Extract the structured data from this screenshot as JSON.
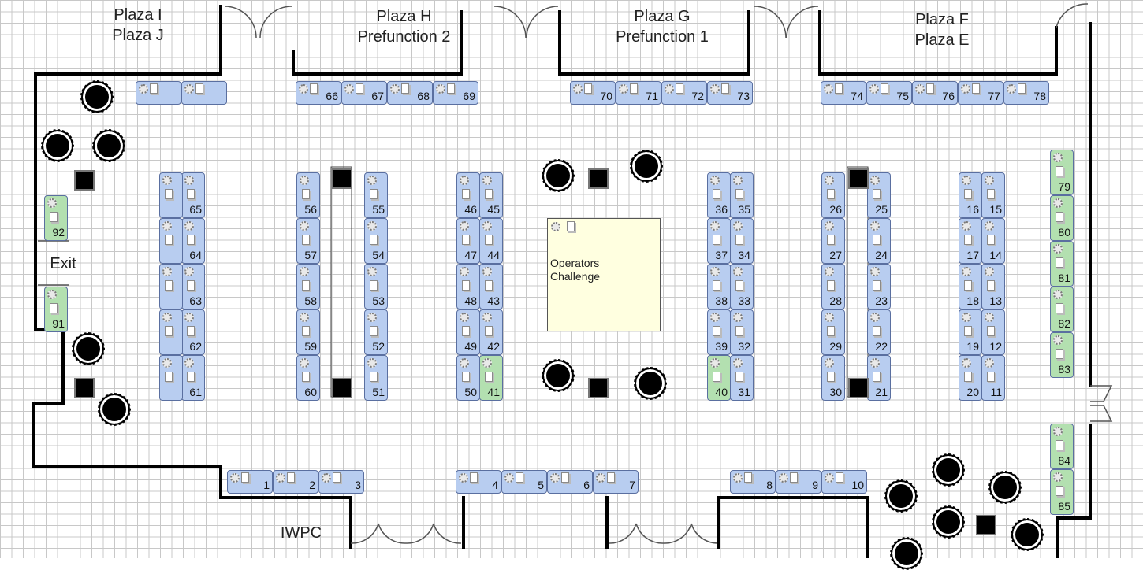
{
  "room_labels": [
    {
      "id": "plaza-ij",
      "line1": "Plaza I",
      "line2": "Plaza J"
    },
    {
      "id": "plaza-h",
      "line1": "Plaza H",
      "line2": "Prefunction 2"
    },
    {
      "id": "plaza-g",
      "line1": "Plaza G",
      "line2": "Prefunction 1"
    },
    {
      "id": "plaza-fe",
      "line1": "Plaza F",
      "line2": "Plaza E"
    },
    {
      "id": "exit",
      "line1": "Exit",
      "line2": ""
    },
    {
      "id": "iwpc",
      "line1": "IWPC",
      "line2": ""
    }
  ],
  "operators_challenge": {
    "label": "Operators\nChallenge"
  },
  "colors": {
    "booth_blue": "#b8cdf0",
    "booth_green": "#b3e0b0",
    "operators_bg": "#ffffe0",
    "grid": "#c8c8c8"
  },
  "booths": [
    {
      "n": "",
      "c": "blue"
    },
    {
      "n": "",
      "c": "blue"
    },
    {
      "n": "66",
      "c": "blue"
    },
    {
      "n": "67",
      "c": "blue"
    },
    {
      "n": "68",
      "c": "blue"
    },
    {
      "n": "69",
      "c": "blue"
    },
    {
      "n": "70",
      "c": "blue"
    },
    {
      "n": "71",
      "c": "blue"
    },
    {
      "n": "72",
      "c": "blue"
    },
    {
      "n": "73",
      "c": "blue"
    },
    {
      "n": "74",
      "c": "blue"
    },
    {
      "n": "75",
      "c": "blue"
    },
    {
      "n": "76",
      "c": "blue"
    },
    {
      "n": "77",
      "c": "blue"
    },
    {
      "n": "78",
      "c": "blue"
    },
    {
      "n": "65",
      "c": "blue"
    },
    {
      "n": "64",
      "c": "blue"
    },
    {
      "n": "63",
      "c": "blue"
    },
    {
      "n": "62",
      "c": "blue"
    },
    {
      "n": "61",
      "c": "blue"
    },
    {
      "n": "",
      "c": "blue"
    },
    {
      "n": "",
      "c": "blue"
    },
    {
      "n": "",
      "c": "blue"
    },
    {
      "n": "",
      "c": "blue"
    },
    {
      "n": "",
      "c": "blue"
    },
    {
      "n": "56",
      "c": "blue"
    },
    {
      "n": "57",
      "c": "blue"
    },
    {
      "n": "58",
      "c": "blue"
    },
    {
      "n": "59",
      "c": "blue"
    },
    {
      "n": "60",
      "c": "blue"
    },
    {
      "n": "55",
      "c": "blue"
    },
    {
      "n": "54",
      "c": "blue"
    },
    {
      "n": "53",
      "c": "blue"
    },
    {
      "n": "52",
      "c": "blue"
    },
    {
      "n": "51",
      "c": "blue"
    },
    {
      "n": "46",
      "c": "blue"
    },
    {
      "n": "47",
      "c": "blue"
    },
    {
      "n": "48",
      "c": "blue"
    },
    {
      "n": "49",
      "c": "blue"
    },
    {
      "n": "50",
      "c": "blue"
    },
    {
      "n": "45",
      "c": "blue"
    },
    {
      "n": "44",
      "c": "blue"
    },
    {
      "n": "43",
      "c": "blue"
    },
    {
      "n": "42",
      "c": "blue"
    },
    {
      "n": "41",
      "c": "green"
    },
    {
      "n": "36",
      "c": "blue"
    },
    {
      "n": "37",
      "c": "blue"
    },
    {
      "n": "38",
      "c": "blue"
    },
    {
      "n": "39",
      "c": "blue"
    },
    {
      "n": "40",
      "c": "green"
    },
    {
      "n": "35",
      "c": "blue"
    },
    {
      "n": "34",
      "c": "blue"
    },
    {
      "n": "33",
      "c": "blue"
    },
    {
      "n": "32",
      "c": "blue"
    },
    {
      "n": "31",
      "c": "blue"
    },
    {
      "n": "26",
      "c": "blue"
    },
    {
      "n": "27",
      "c": "blue"
    },
    {
      "n": "28",
      "c": "blue"
    },
    {
      "n": "29",
      "c": "blue"
    },
    {
      "n": "30",
      "c": "blue"
    },
    {
      "n": "25",
      "c": "blue"
    },
    {
      "n": "24",
      "c": "blue"
    },
    {
      "n": "23",
      "c": "blue"
    },
    {
      "n": "22",
      "c": "blue"
    },
    {
      "n": "21",
      "c": "blue"
    },
    {
      "n": "16",
      "c": "blue"
    },
    {
      "n": "17",
      "c": "blue"
    },
    {
      "n": "18",
      "c": "blue"
    },
    {
      "n": "19",
      "c": "blue"
    },
    {
      "n": "20",
      "c": "blue"
    },
    {
      "n": "15",
      "c": "blue"
    },
    {
      "n": "14",
      "c": "blue"
    },
    {
      "n": "13",
      "c": "blue"
    },
    {
      "n": "12",
      "c": "blue"
    },
    {
      "n": "11",
      "c": "blue"
    },
    {
      "n": "79",
      "c": "green"
    },
    {
      "n": "80",
      "c": "green"
    },
    {
      "n": "81",
      "c": "green"
    },
    {
      "n": "82",
      "c": "green"
    },
    {
      "n": "83",
      "c": "green"
    },
    {
      "n": "84",
      "c": "green"
    },
    {
      "n": "85",
      "c": "green"
    },
    {
      "n": "92",
      "c": "green"
    },
    {
      "n": "91",
      "c": "green"
    },
    {
      "n": "1",
      "c": "blue"
    },
    {
      "n": "2",
      "c": "blue"
    },
    {
      "n": "3",
      "c": "blue"
    },
    {
      "n": "4",
      "c": "blue"
    },
    {
      "n": "5",
      "c": "blue"
    },
    {
      "n": "6",
      "c": "blue"
    },
    {
      "n": "7",
      "c": "blue"
    },
    {
      "n": "8",
      "c": "blue"
    },
    {
      "n": "9",
      "c": "blue"
    },
    {
      "n": "10",
      "c": "blue"
    }
  ]
}
